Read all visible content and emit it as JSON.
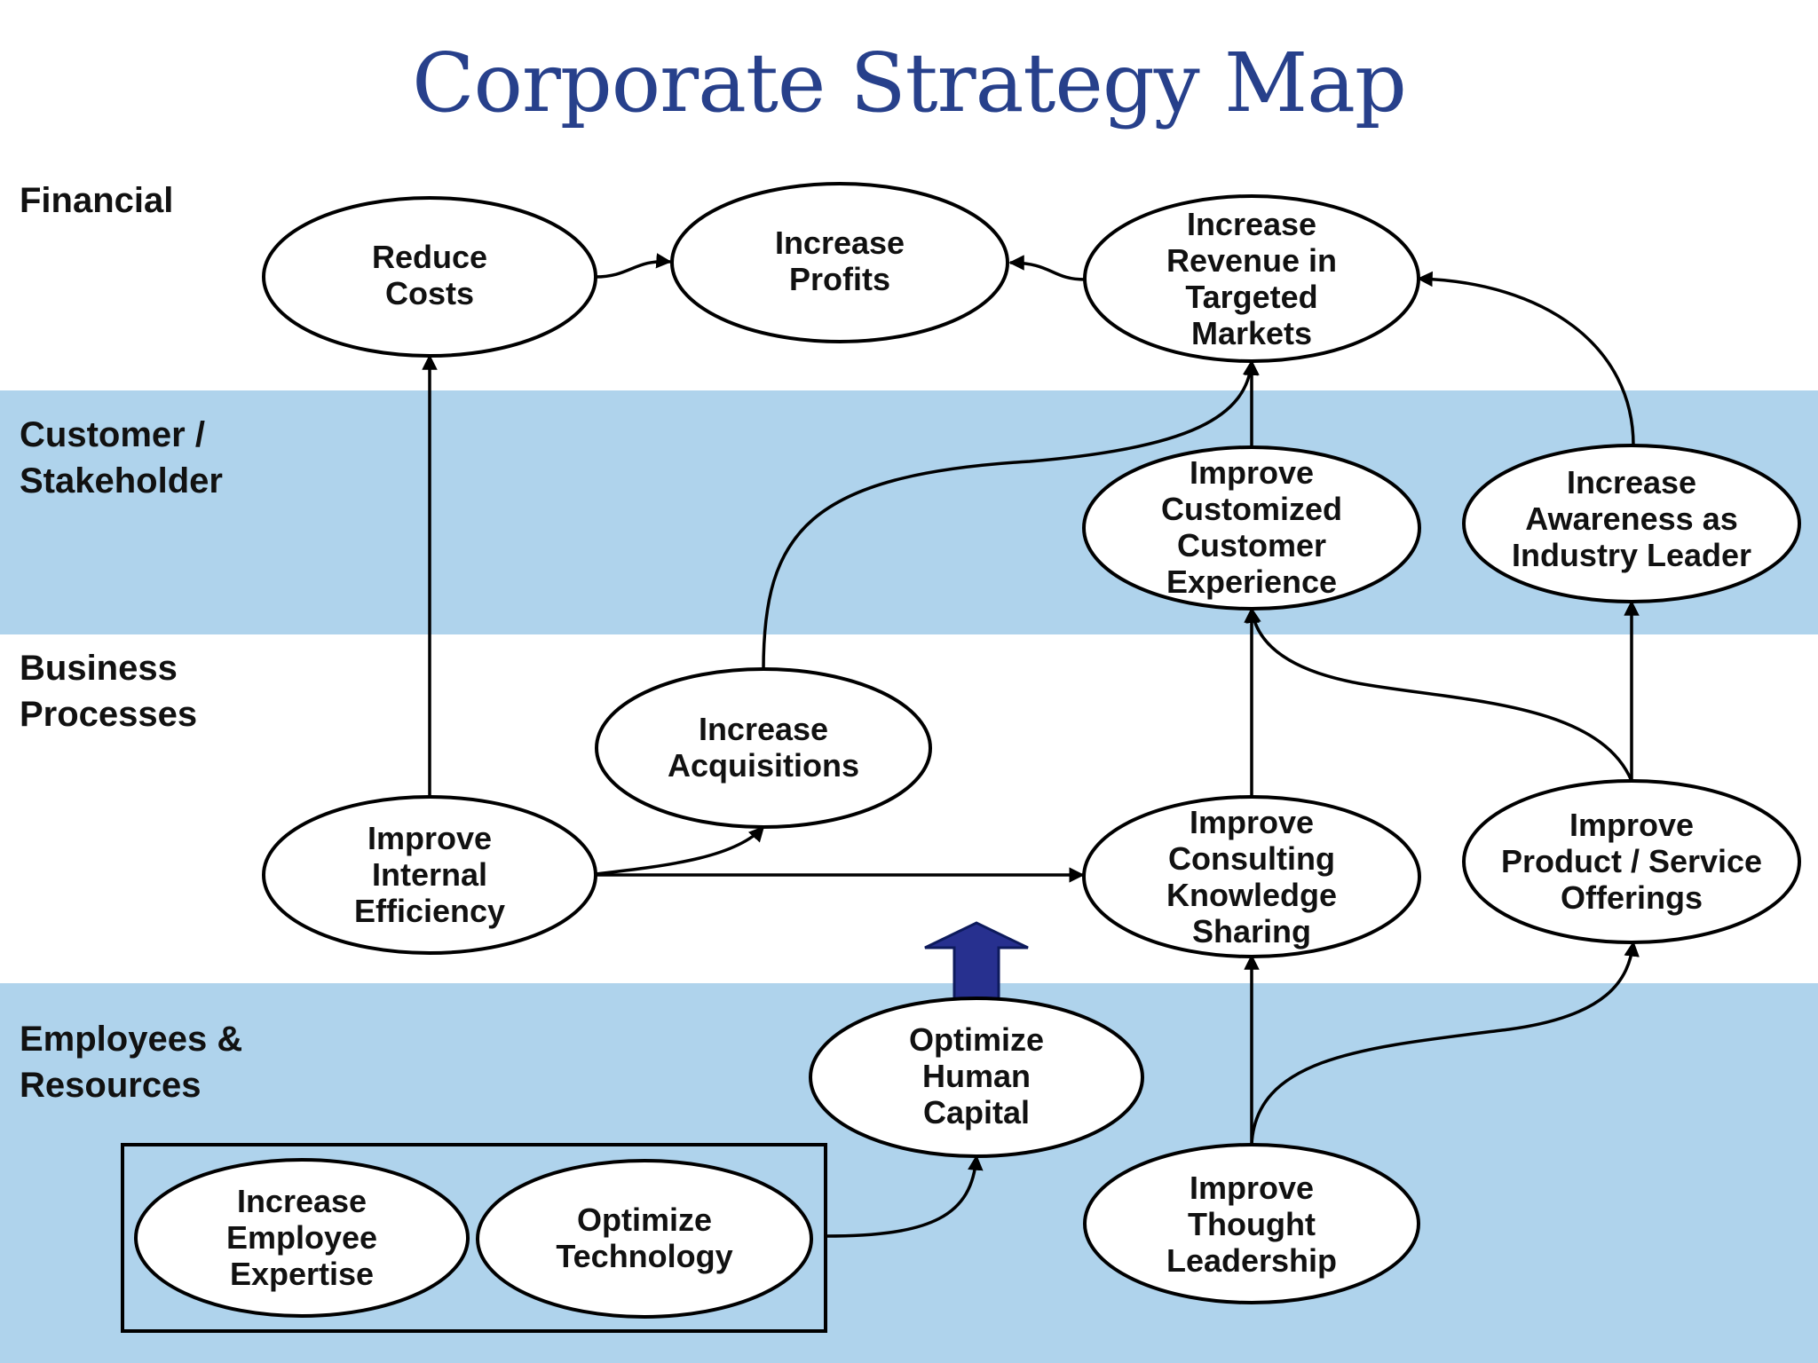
{
  "title": "Corporate Strategy Map",
  "lanes": [
    {
      "id": "financial",
      "label": [
        "Financial"
      ],
      "band": "white"
    },
    {
      "id": "customer",
      "label": [
        "Customer /",
        "Stakeholder"
      ],
      "band": "blue"
    },
    {
      "id": "business",
      "label": [
        "Business",
        "Processes"
      ],
      "band": "white"
    },
    {
      "id": "employees",
      "label": [
        "Employees &",
        "Resources"
      ],
      "band": "blue"
    }
  ],
  "nodes": {
    "reduce_costs": [
      "Reduce",
      "Costs"
    ],
    "increase_profits": [
      "Increase",
      "Profits"
    ],
    "increase_revenue": [
      "Increase",
      "Revenue in",
      "Targeted",
      "Markets"
    ],
    "improve_customer_experience": [
      "Improve",
      "Customized",
      "Customer",
      "Experience"
    ],
    "increase_awareness": [
      "Increase",
      "Awareness as",
      "Industry Leader"
    ],
    "increase_acquisitions": [
      "Increase",
      "Acquisitions"
    ],
    "improve_efficiency": [
      "Improve",
      "Internal",
      "Efficiency"
    ],
    "improve_knowledge_sharing": [
      "Improve",
      "Consulting",
      "Knowledge",
      "Sharing"
    ],
    "improve_offerings": [
      "Improve",
      "Product / Service",
      "Offerings"
    ],
    "optimize_human_capital": [
      "Optimize",
      "Human",
      "Capital"
    ],
    "increase_employee_expertise": [
      "Increase",
      "Employee",
      "Expertise"
    ],
    "optimize_technology": [
      "Optimize",
      "Technology"
    ],
    "improve_thought_leadership": [
      "Improve",
      "Thought",
      "Leadership"
    ]
  },
  "edges": [
    {
      "from": "reduce_costs",
      "to": "increase_profits"
    },
    {
      "from": "increase_revenue",
      "to": "increase_profits"
    },
    {
      "from": "improve_efficiency",
      "to": "reduce_costs"
    },
    {
      "from": "improve_efficiency",
      "to": "increase_acquisitions"
    },
    {
      "from": "improve_efficiency",
      "to": "improve_knowledge_sharing"
    },
    {
      "from": "increase_acquisitions",
      "to": "increase_revenue"
    },
    {
      "from": "improve_customer_experience",
      "to": "increase_revenue"
    },
    {
      "from": "increase_awareness",
      "to": "increase_revenue"
    },
    {
      "from": "improve_knowledge_sharing",
      "to": "improve_customer_experience"
    },
    {
      "from": "improve_offerings",
      "to": "improve_customer_experience"
    },
    {
      "from": "improve_offerings",
      "to": "increase_awareness"
    },
    {
      "from": "improve_thought_leadership",
      "to": "improve_knowledge_sharing"
    },
    {
      "from": "improve_thought_leadership",
      "to": "improve_offerings"
    },
    {
      "from": "resource_group",
      "to": "optimize_human_capital"
    },
    {
      "from": "optimize_human_capital",
      "to": "business_processes"
    }
  ],
  "colors": {
    "title": "#27408b",
    "band_blue": "#afd3ec",
    "band_white": "#ffffff",
    "block_arrow": "#27308f"
  }
}
